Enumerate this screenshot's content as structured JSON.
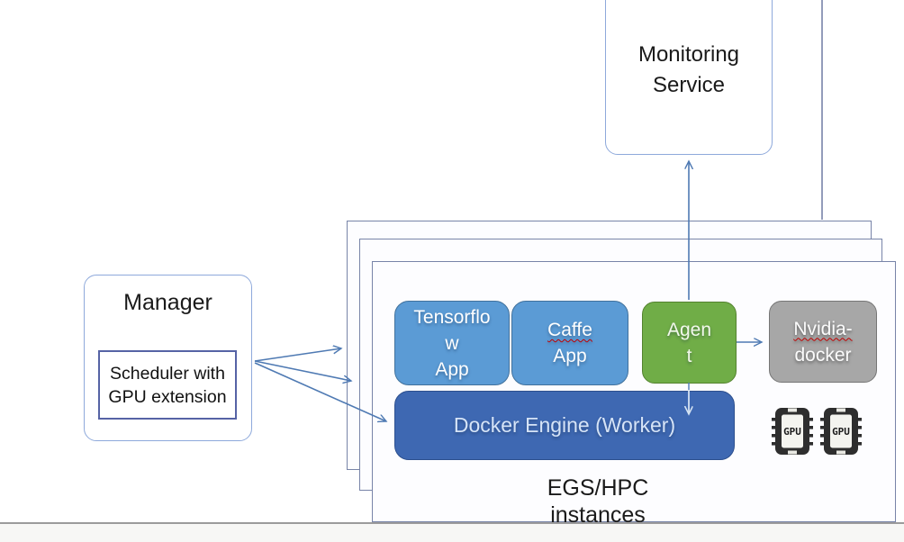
{
  "diagram": {
    "monitoring": {
      "label": "Monitoring\nService"
    },
    "manager": {
      "title": "Manager",
      "scheduler_label": "Scheduler with\nGPU extension"
    },
    "instances": {
      "caption": "EGS/HPC\ninstances",
      "tensorflow_app": {
        "label": "Tensorflo\nw\nApp"
      },
      "caffe_app": {
        "line1": "Caffe",
        "line2": "App"
      },
      "agent": {
        "label": "Agen\nt"
      },
      "nvidia_docker": {
        "line1": "Nvidia-",
        "line2": "docker"
      },
      "docker_engine": {
        "label": "Docker Engine (Worker)"
      },
      "gpu": {
        "label": "GPU",
        "count": 2
      }
    },
    "colors": {
      "app_blue": "#5B9BD5",
      "app_border": "#41719C",
      "docker_blue": "#3E68B2",
      "agent_green": "#70AD47",
      "nvidia_gray": "#A7A7A7",
      "box_border_light": "#8EA9DB",
      "stack_border": "#7884A8",
      "scheduler_border": "#5663A5",
      "arrow_blue": "#4F7AB3",
      "pale_arrow": "#D5E3F2",
      "misspelling_underline": "#C00000"
    }
  }
}
